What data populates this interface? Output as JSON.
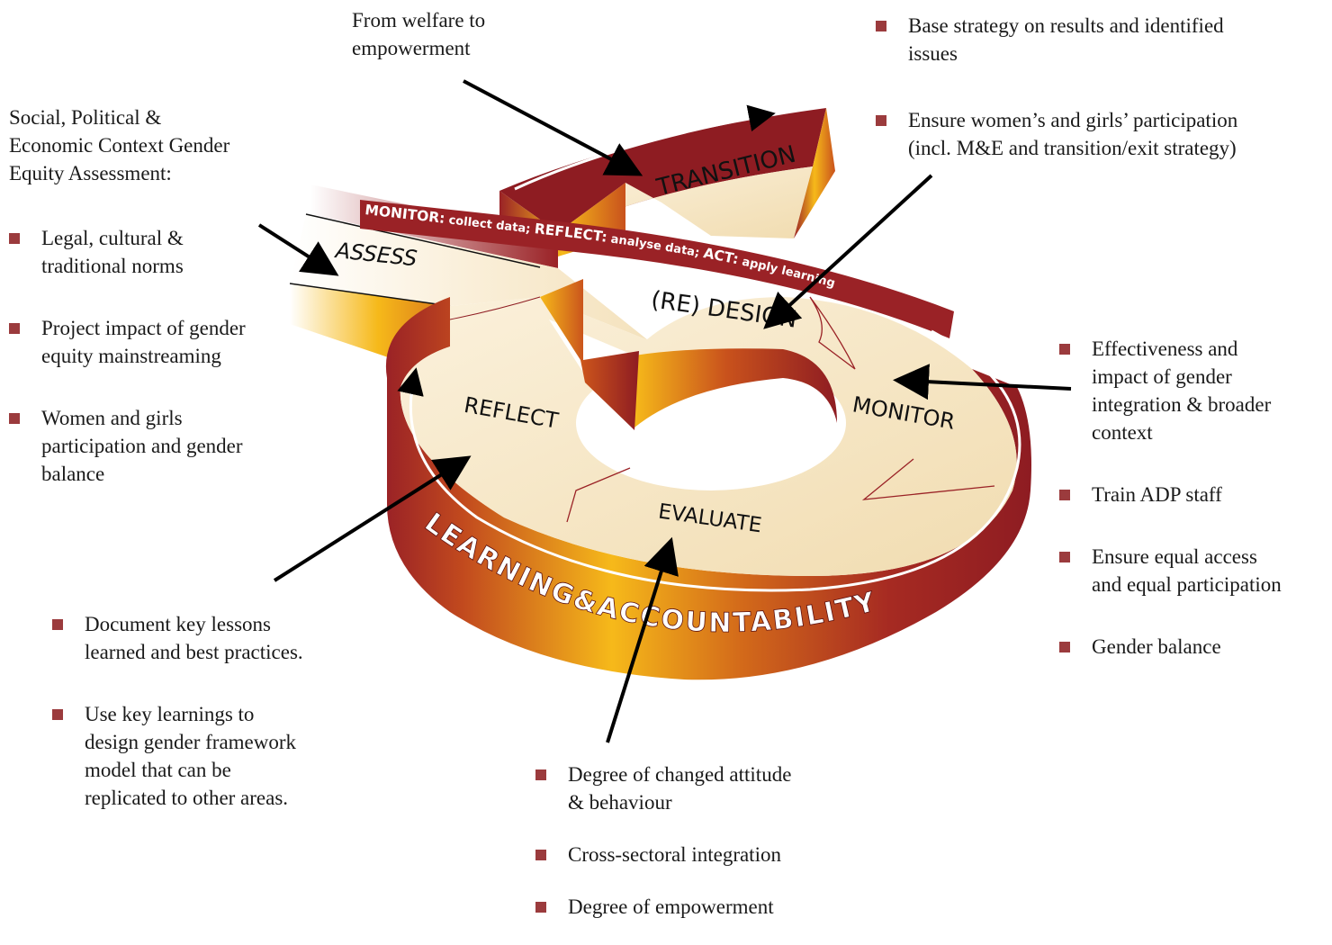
{
  "colors": {
    "maroon": "#9a2226",
    "gold": "#f6b91a",
    "cream": "#f6e7c8",
    "bullet": "#9b3b3d"
  },
  "top_note": {
    "line1": "From welfare to",
    "line2": "empowerment"
  },
  "left_heading": {
    "line1": "Social, Political &",
    "line2": "Economic Context Gender",
    "line3": "Equity Assessment:"
  },
  "assess_bullets": [
    {
      "line1": "Legal, cultural &",
      "line2": "traditional norms"
    },
    {
      "line1": "Project impact of gender",
      "line2": "equity mainstreaming"
    },
    {
      "line1": "Women and girls",
      "line2": "participation and gender",
      "line3": "balance"
    }
  ],
  "design_bullets": [
    {
      "line1": "Base strategy on results and identified",
      "line2": "issues"
    },
    {
      "line1": "Ensure women’s and girls’ participation",
      "line2": "(incl. M&E and transition/exit strategy)"
    }
  ],
  "monitor_bullets": [
    {
      "line1": "Effectiveness and",
      "line2": "impact of gender",
      "line3": "integration & broader",
      "line4": "context"
    },
    {
      "line1": "Train ADP staff"
    },
    {
      "line1": "Ensure equal access",
      "line2": "and equal participation"
    },
    {
      "line1": "Gender balance"
    }
  ],
  "reflect_bullets": [
    {
      "line1": "Document key lessons",
      "line2": "learned and best practices."
    },
    {
      "line1": "Use key learnings to",
      "line2": "design gender framework",
      "line3": "model that can be",
      "line4": "replicated to other areas."
    }
  ],
  "evaluate_bullets": [
    {
      "line1": "Degree of changed attitude",
      "line2": "& behaviour"
    },
    {
      "line1": "Cross-sectoral integration"
    },
    {
      "line1": "Degree of empowerment"
    }
  ],
  "diagram": {
    "stages": {
      "transition": "TRANSITION",
      "assess": "ASSESS",
      "redesign": "(RE) DESIGN",
      "reflect": "REFLECT",
      "monitor": "MONITOR",
      "evaluate": "EVALUATE"
    },
    "band": {
      "monitor_word": "MONITOR:",
      "monitor_text": " collect data; ",
      "reflect_word": "REFLECT:",
      "reflect_text": " analyse data; ",
      "act_word": "ACT:",
      "act_text": " apply learning"
    },
    "rim_text": "LEARNING&ACCOUNTABILITY"
  }
}
